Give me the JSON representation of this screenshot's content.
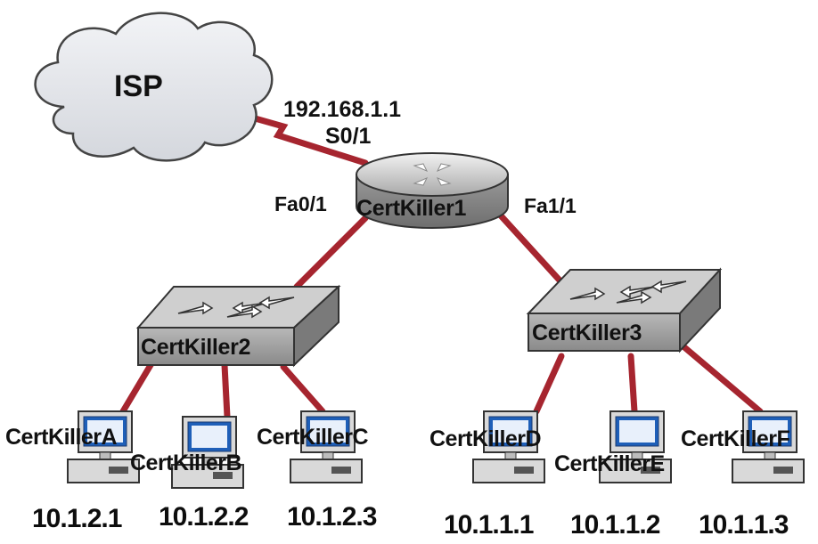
{
  "isp": {
    "label": "ISP"
  },
  "router": {
    "name": "CertKiller1",
    "serial_ip": "192.168.1.1",
    "serial_port": "S0/1",
    "port_left": "Fa0/1",
    "port_right": "Fa1/1"
  },
  "switches": [
    {
      "name": "CertKiller2"
    },
    {
      "name": "CertKiller3"
    }
  ],
  "hosts": [
    {
      "name": "CertKillerA",
      "ip": "10.1.2.1"
    },
    {
      "name": "CertKillerB",
      "ip": "10.1.2.2"
    },
    {
      "name": "CertKillerC",
      "ip": "10.1.2.3"
    },
    {
      "name": "CertKillerD",
      "ip": "10.1.1.1"
    },
    {
      "name": "CertKillerE",
      "ip": "10.1.1.2"
    },
    {
      "name": "CertKillerF",
      "ip": "10.1.1.3"
    }
  ],
  "colors": {
    "link": "#a6252f",
    "cloud": "#e4e6ea",
    "device": "#bfbfbf",
    "screen": "#1e5fb8"
  }
}
